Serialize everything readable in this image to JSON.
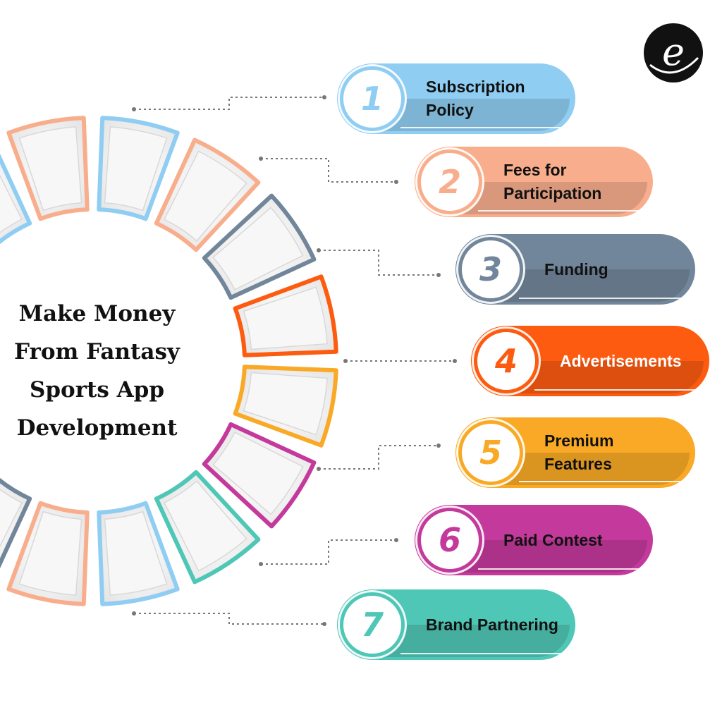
{
  "title_lines": [
    "Make Money",
    "From Fantasy",
    "Sports App",
    "Development"
  ],
  "logo": {
    "letter": "e"
  },
  "items": [
    {
      "number": "1",
      "label": "Subscription Policy",
      "color": "#8fcdf2"
    },
    {
      "number": "2",
      "label": "Fees for Participation",
      "color": "#f8ae8c"
    },
    {
      "number": "3",
      "label": "Funding",
      "color": "#71869a"
    },
    {
      "number": "4",
      "label": "Advertisements",
      "color": "#fc5b10"
    },
    {
      "number": "5",
      "label": "Premium Features",
      "color": "#f9a925"
    },
    {
      "number": "6",
      "label": "Paid Contest",
      "color": "#c43a9c"
    },
    {
      "number": "7",
      "label": "Brand Partnering",
      "color": "#4fc7b6"
    }
  ],
  "ring_colors": [
    "#8fcdf2",
    "#f8ae8c",
    "#71869a",
    "#fc5b10",
    "#f9a925",
    "#c43a9c",
    "#4fc7b6"
  ]
}
